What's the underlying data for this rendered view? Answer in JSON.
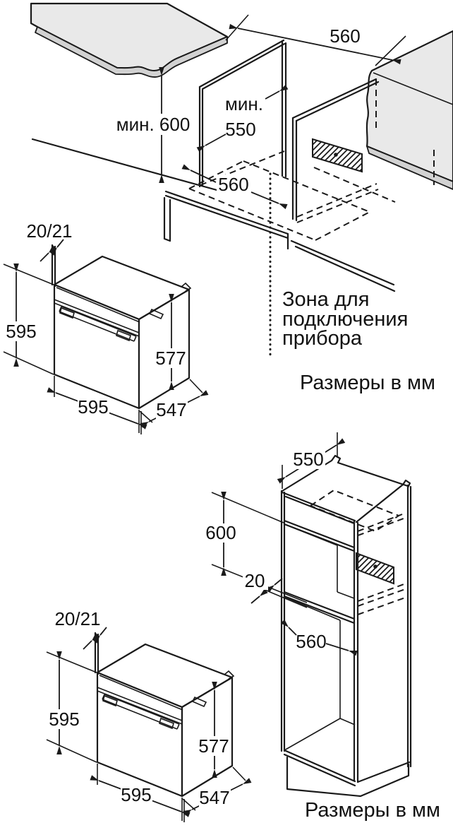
{
  "top_diagram": {
    "dim_countertop_depth": "560",
    "dim_min_niche_height": "мин. 600",
    "dim_min_depth_prefix": "мин.",
    "dim_min_depth_value": "550",
    "dim_niche_width": "560",
    "connection_zone_line1": "Зона для",
    "connection_zone_line2": "подключения",
    "connection_zone_line3": "прибора",
    "units_label": "Размеры в мм"
  },
  "oven": {
    "dim_door_gap": "20/21",
    "dim_height": "595",
    "dim_body_height": "577",
    "dim_width": "595",
    "dim_depth": "547"
  },
  "bottom_diagram": {
    "dim_cabinet_depth": "550",
    "dim_niche_height": "600",
    "dim_shelf_recess": "20",
    "dim_niche_width": "560",
    "units_label": "Размеры в мм"
  }
}
